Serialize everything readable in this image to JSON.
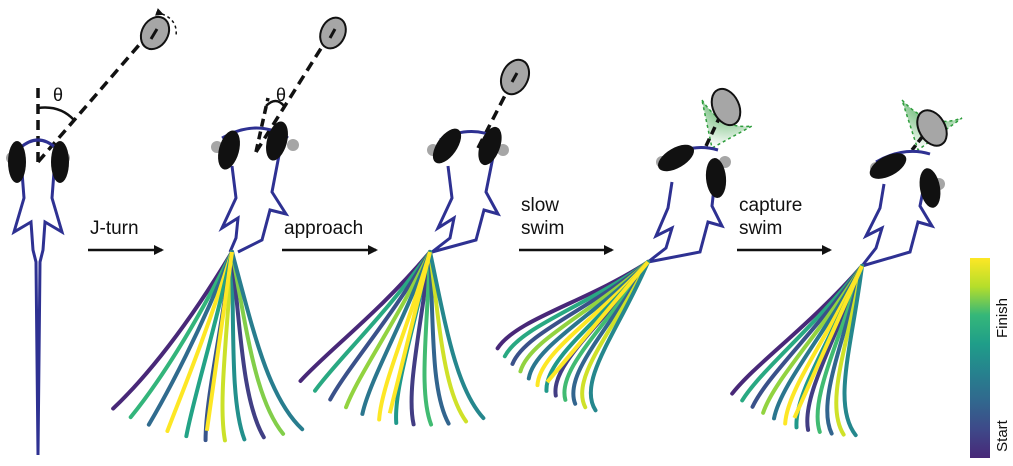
{
  "angle_symbol": "θ",
  "steps": [
    {
      "label_lines": [
        "J-turn"
      ]
    },
    {
      "label_lines": [
        "approach"
      ]
    },
    {
      "label_lines": [
        "slow",
        "swim"
      ]
    },
    {
      "label_lines": [
        "capture",
        "swim"
      ]
    }
  ],
  "colorbar": {
    "top_label": "Finish",
    "bottom_label": "Start",
    "colors": [
      "#fde725",
      "#b5de2b",
      "#35b779",
      "#1f9e89",
      "#26828e",
      "#31688e",
      "#3e4989",
      "#482878"
    ]
  },
  "colors": {
    "body_outline": "#2e3192",
    "eye": "#111111",
    "prey": "#a6a6a6",
    "cone": "#2e9d3c"
  }
}
